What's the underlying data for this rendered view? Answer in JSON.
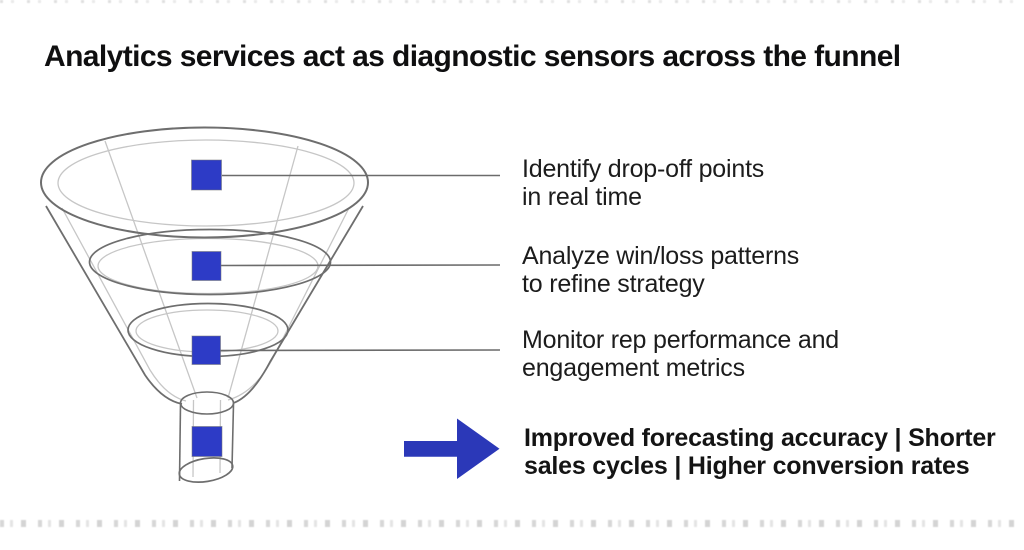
{
  "page": {
    "title": "Analytics services act as diagnostic sensors across the funnel",
    "background": "#ffffff"
  },
  "colors": {
    "marker_blue": "#2d3bc6",
    "arrow_blue": "#2b38b8",
    "connector_gray": "#6b6b6b",
    "funnel_edge_gray": "#6e6e6e",
    "funnel_ghost_gray": "#c6c6c6",
    "title_text": "#0f0f10",
    "body_text": "#1c1c1c"
  },
  "diagram": {
    "type": "annotated-funnel",
    "funnel": {
      "icon": "wireframe-funnel-icon",
      "levels": 4
    },
    "stages": [
      {
        "lines": [
          "Identify drop-off points",
          "in real time"
        ]
      },
      {
        "lines": [
          "Analyze win/loss patterns",
          "to refine strategy"
        ]
      },
      {
        "lines": [
          "Monitor rep performance and",
          "engagement metrics"
        ]
      }
    ],
    "outcome": {
      "icon": "right-arrow-icon",
      "lines": [
        "Improved forecasting accuracy | Shorter",
        "sales cycles | Higher conversion rates"
      ]
    }
  }
}
